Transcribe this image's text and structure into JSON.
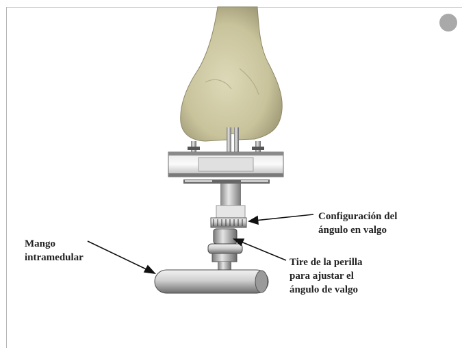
{
  "labels": {
    "mango": {
      "line1": "Mango",
      "line2": "intramedular"
    },
    "configuracion": {
      "line1": "Configuración del",
      "line2": "ángulo en valgo"
    },
    "tire": {
      "line1": "Tire de la perilla",
      "line2": "para ajustar el",
      "line3": "ángulo de valgo"
    }
  },
  "colors": {
    "bone": "#cfcaa4",
    "metal": "#bdbdbd",
    "arrow": "#111111",
    "frame": "#b7b7b7"
  },
  "icons": {
    "corner": "gray-circle-marker"
  }
}
